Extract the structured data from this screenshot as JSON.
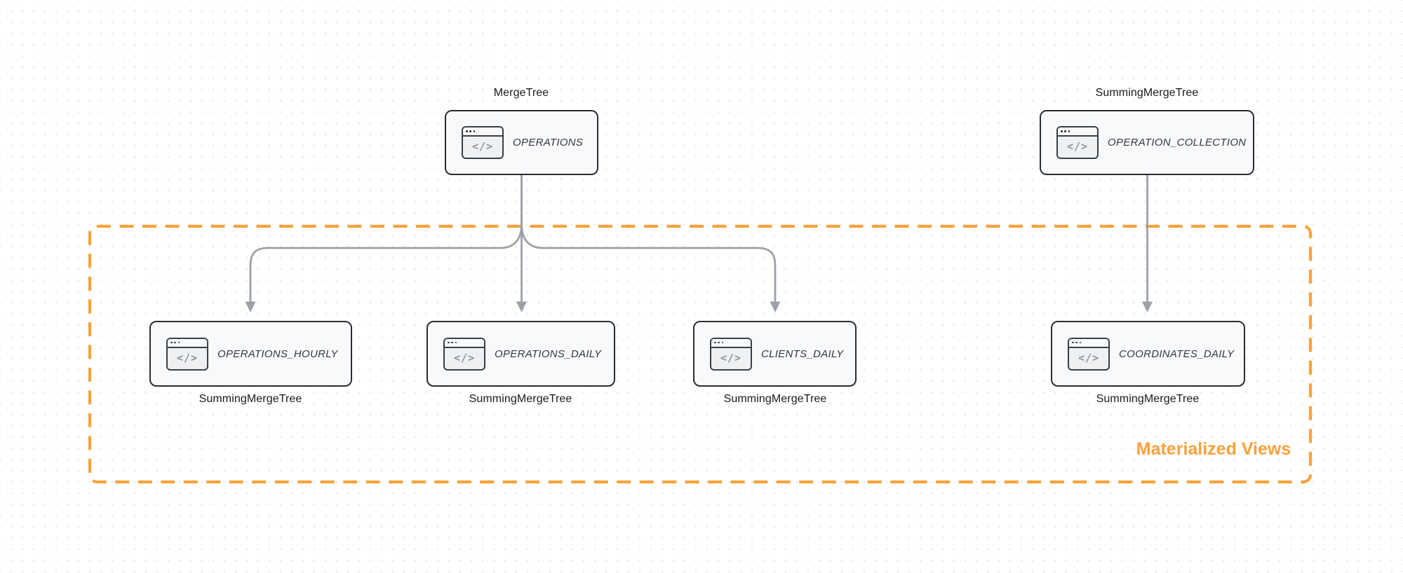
{
  "diagram": {
    "group_label": "Materialized Views",
    "icon_glyph": "</>",
    "nodes": [
      {
        "key": "operations",
        "name": "OPERATIONS",
        "engine": "MergeTree",
        "engine_position": "above"
      },
      {
        "key": "operation_collection",
        "name": "OPERATION_COLLECTION",
        "engine": "SummingMergeTree",
        "engine_position": "above"
      },
      {
        "key": "operations_hourly",
        "name": "OPERATIONS_HOURLY",
        "engine": "SummingMergeTree",
        "engine_position": "below"
      },
      {
        "key": "operations_daily",
        "name": "OPERATIONS_DAILY",
        "engine": "SummingMergeTree",
        "engine_position": "below"
      },
      {
        "key": "clients_daily",
        "name": "CLIENTS_DAILY",
        "engine": "SummingMergeTree",
        "engine_position": "below"
      },
      {
        "key": "coordinates_daily",
        "name": "COORDINATES_DAILY",
        "engine": "SummingMergeTree",
        "engine_position": "below"
      }
    ],
    "edges": [
      {
        "from": "OPERATIONS",
        "to": "OPERATIONS_HOURLY"
      },
      {
        "from": "OPERATIONS",
        "to": "OPERATIONS_DAILY"
      },
      {
        "from": "OPERATIONS",
        "to": "CLIENTS_DAILY"
      },
      {
        "from": "OPERATION_COLLECTION",
        "to": "COORDINATES_DAILY"
      }
    ],
    "colors": {
      "accent_orange": "#F9A23C",
      "node_border": "#292d31",
      "node_fill": "#f8f9fa",
      "connector_gray": "#9CA1A7",
      "dot_grid": "#e2e5e9"
    }
  }
}
